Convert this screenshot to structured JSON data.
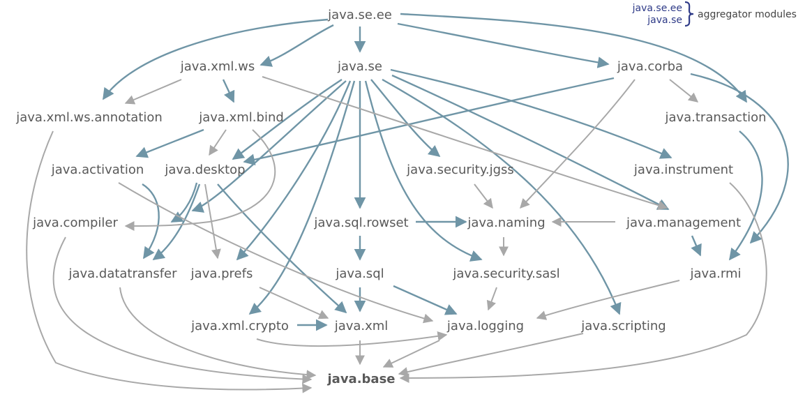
{
  "legend": {
    "item1": "java.se.ee",
    "item2": "java.se",
    "label": "aggregator modules",
    "brace_color": "#2e3a87"
  },
  "colors": {
    "aggregator_edge": "#6f95a6",
    "base_edge": "#a8a8a8",
    "text": "#595959"
  },
  "nodes": {
    "java_se_ee": "java.se.ee",
    "java_xml_ws": "java.xml.ws",
    "java_se": "java.se",
    "java_corba": "java.corba",
    "java_xml_ws_annotation": "java.xml.ws.annotation",
    "java_xml_bind": "java.xml.bind",
    "java_transaction": "java.transaction",
    "java_activation": "java.activation",
    "java_desktop": "java.desktop",
    "java_security_jgss": "java.security.jgss",
    "java_instrument": "java.instrument",
    "java_compiler": "java.compiler",
    "java_sql_rowset": "java.sql.rowset",
    "java_naming": "java.naming",
    "java_management": "java.management",
    "java_datatransfer": "java.datatransfer",
    "java_prefs": "java.prefs",
    "java_sql": "java.sql",
    "java_security_sasl": "java.security.sasl",
    "java_rmi": "java.rmi",
    "java_xml_crypto": "java.xml.crypto",
    "java_xml": "java.xml",
    "java_logging": "java.logging",
    "java_scripting": "java.scripting",
    "java_base": "java.base"
  }
}
